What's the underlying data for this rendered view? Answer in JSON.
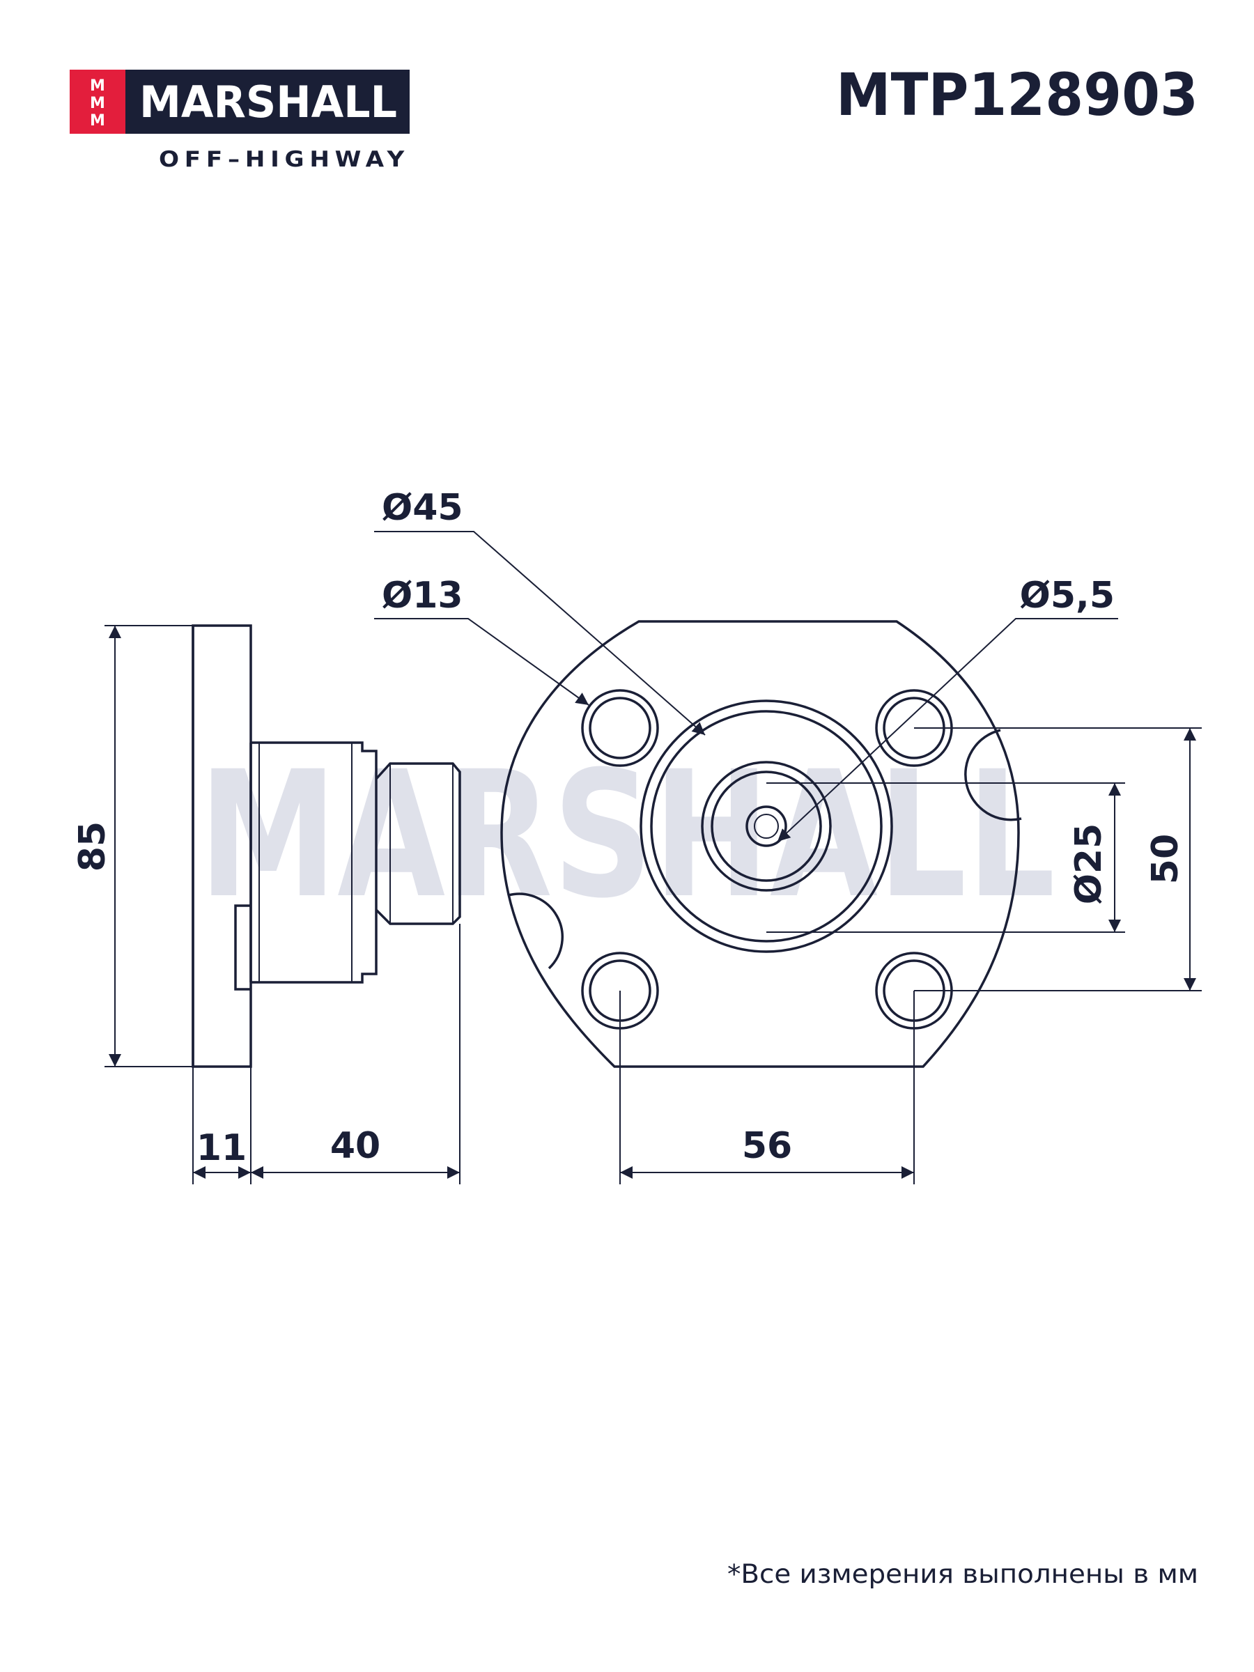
{
  "header": {
    "logo_letters": [
      "M",
      "M",
      "M"
    ],
    "brand": "MARSHALL",
    "sub": "OFF–HIGHWAY",
    "part_number": "MTP128903"
  },
  "watermark": "MARSHALL",
  "dimensions": {
    "d45": "Ø45",
    "d13": "Ø13",
    "d55": "Ø5,5",
    "d25": "Ø25",
    "h50": "50",
    "h85": "85",
    "w11": "11",
    "w40": "40",
    "w56": "56"
  },
  "footnote": "*Все измерения выполнены в мм",
  "colors": {
    "ink": "#1a1f36",
    "brand_red": "#e31e3c",
    "watermark": "#dfe1ea"
  }
}
